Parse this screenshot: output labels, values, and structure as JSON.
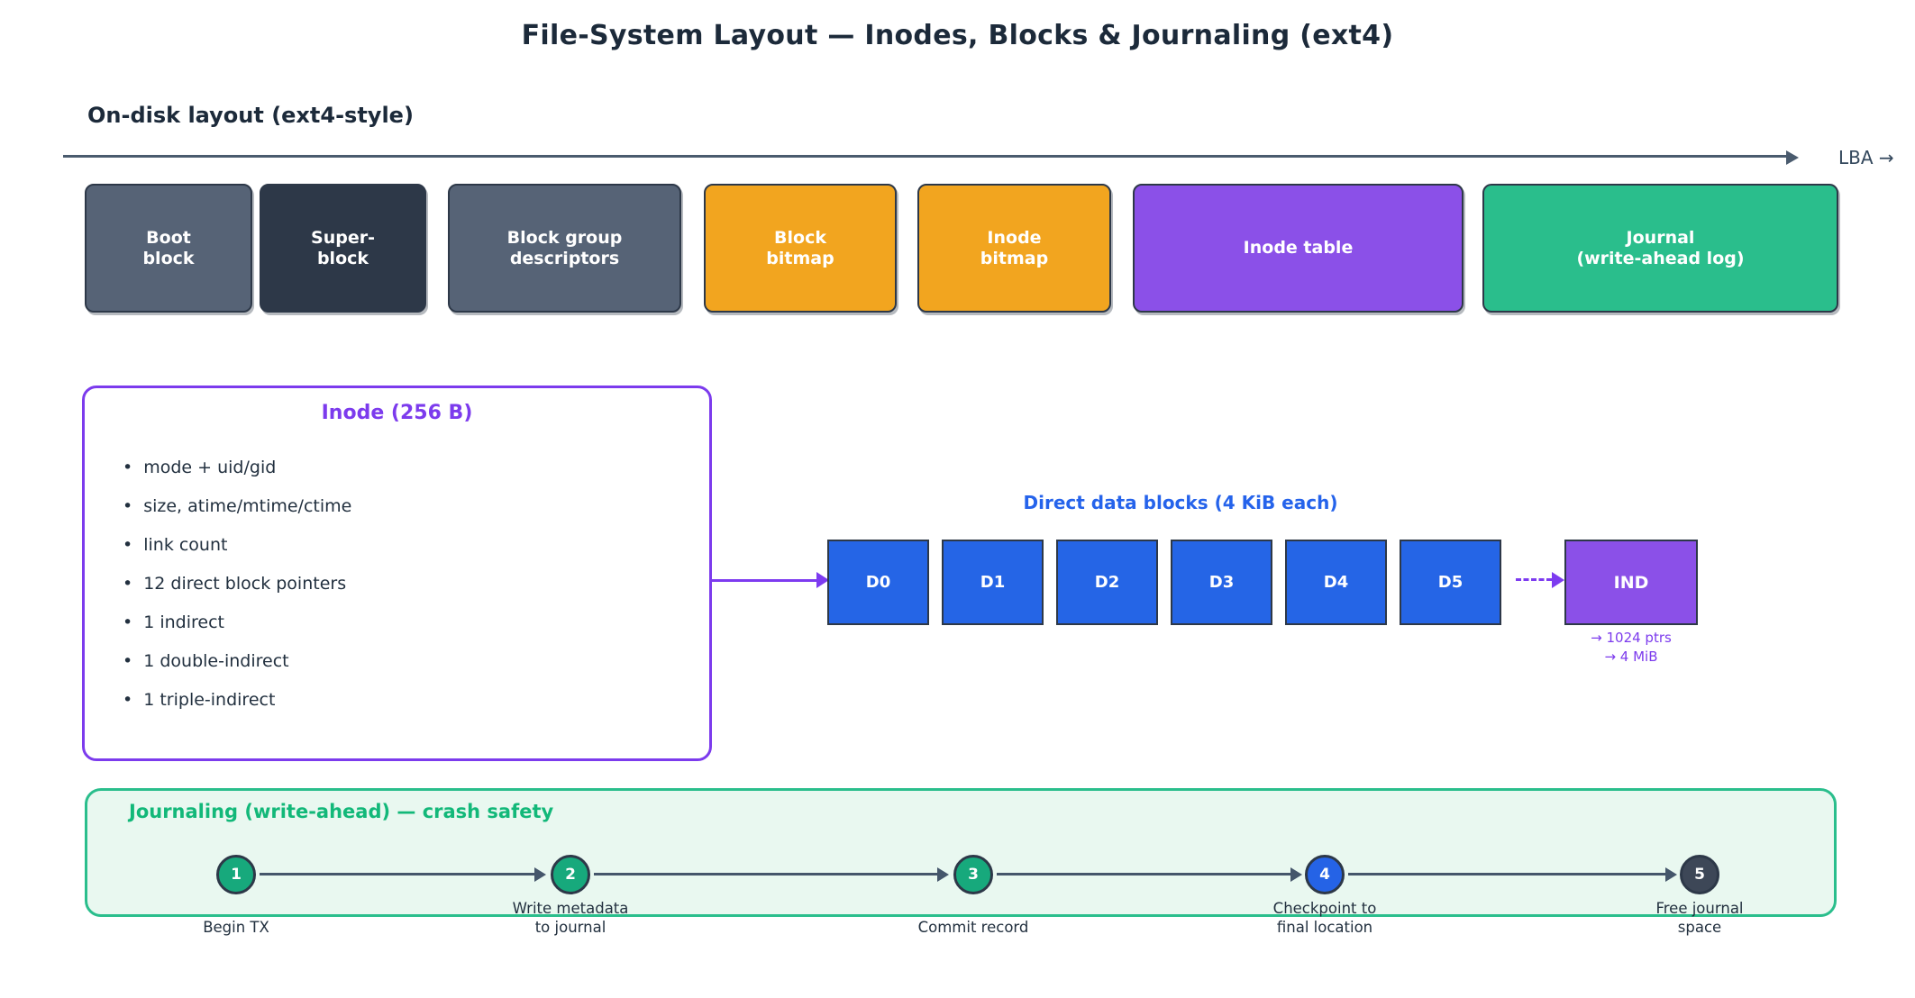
{
  "page": {
    "title": "File-System Layout — Inodes, Blocks & Journaling (ext4)"
  },
  "ondisk": {
    "heading": "On-disk layout (ext4-style)",
    "axis_label": "LBA →",
    "blocks": [
      {
        "label": "Boot\nblock",
        "color": "#566376"
      },
      {
        "label": "Super-\nblock",
        "color": "#2d3848"
      },
      {
        "label": "Block group\ndescriptors",
        "color": "#566376"
      },
      {
        "label": "Block\nbitmap",
        "color": "#f2a51f"
      },
      {
        "label": "Inode\nbitmap",
        "color": "#f2a51f"
      },
      {
        "label": "Inode table",
        "color": "#8b50e8"
      },
      {
        "label": "Journal\n(write-ahead log)",
        "color": "#2abe8c"
      }
    ]
  },
  "inode": {
    "title": "Inode (256 B)",
    "accent_color": "#7c3bed",
    "items": [
      "mode + uid/gid",
      "size, atime/mtime/ctime",
      "link count",
      "12 direct block pointers",
      "1 indirect",
      "1 double-indirect",
      "1 triple-indirect"
    ]
  },
  "direct_blocks": {
    "heading": "Direct data blocks (4 KiB each)",
    "heading_color": "#2563eb",
    "block_color": "#2565e6",
    "labels": [
      "D0",
      "D1",
      "D2",
      "D3",
      "D4",
      "D5"
    ],
    "indirect": {
      "label": "IND",
      "color": "#8b50e8",
      "notes": "→ 1024 ptrs\n→ 4 MiB"
    }
  },
  "journaling": {
    "heading": "Journaling (write-ahead) — crash safety",
    "heading_color": "#12b879",
    "panel_bg": "#e9f8f0",
    "panel_border": "#2abe8c",
    "steps": [
      {
        "number": "1",
        "label": "Begin TX",
        "color": "#17a97c"
      },
      {
        "number": "2",
        "label": "Write metadata\nto journal",
        "color": "#17a97c"
      },
      {
        "number": "3",
        "label": "Commit record",
        "color": "#17a97c"
      },
      {
        "number": "4",
        "label": "Checkpoint to\nfinal location",
        "color": "#2563e6"
      },
      {
        "number": "5",
        "label": "Free journal\nspace",
        "color": "#3d4757"
      }
    ]
  }
}
